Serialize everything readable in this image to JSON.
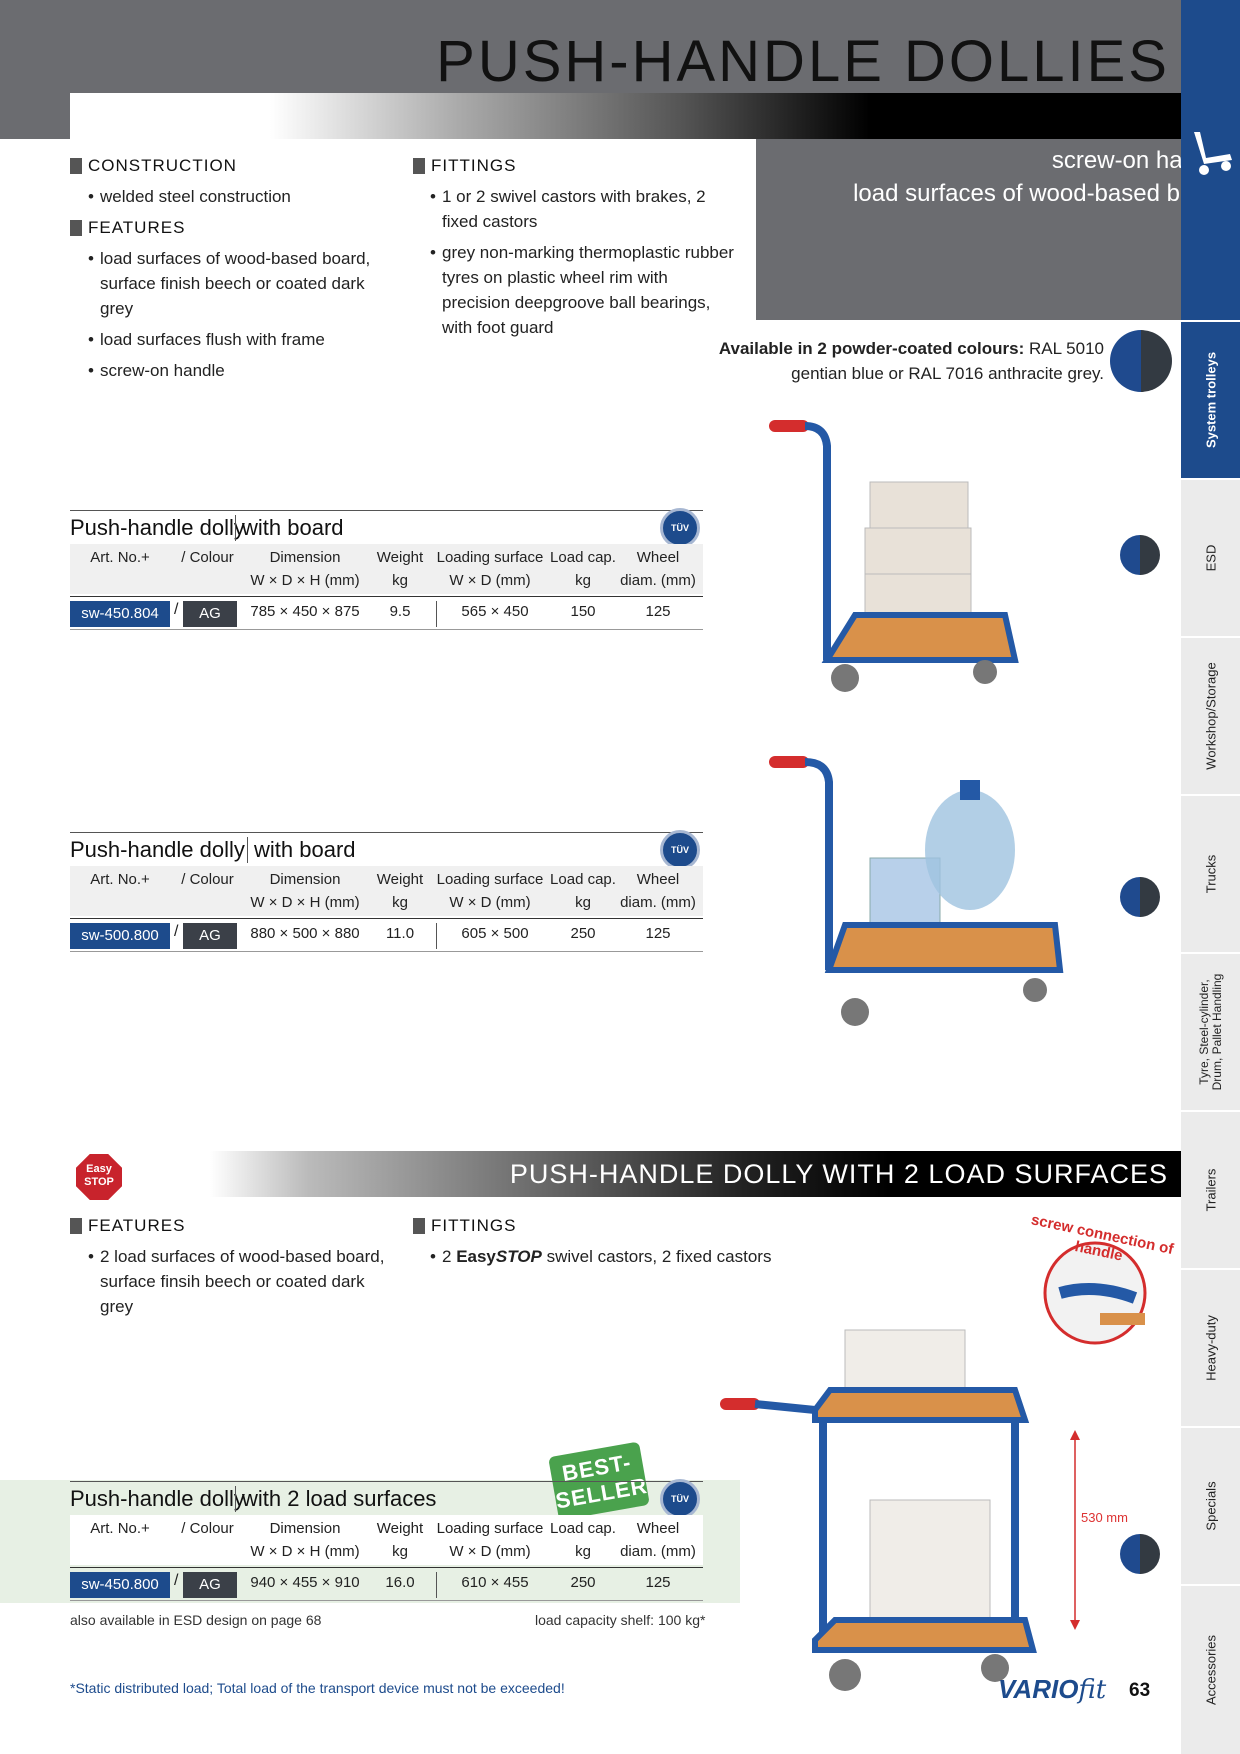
{
  "header": {
    "title": "PUSH-HANDLE DOLLIES",
    "right_lines": [
      "screw-on handle",
      "load surfaces of wood-based board"
    ]
  },
  "sidebar": {
    "tabs": [
      "System trolleys",
      "ESD",
      "Workshop/Storage",
      "Trucks",
      "Tyre, Steel-cylinder, Drum, Pallet Handling",
      "Trailers",
      "Heavy-duty",
      "Specials",
      "Accessories"
    ],
    "active": "System trolleys"
  },
  "section1": {
    "construction_head": "CONSTRUCTION",
    "construction": [
      "welded steel construction"
    ],
    "features_head": "FEATURES",
    "features": [
      "load surfaces of wood-based board, surface finish beech or coated dark grey",
      "load surfaces flush with frame",
      "screw-on handle"
    ],
    "fittings_head": "FITTINGS",
    "fittings": [
      "1 or 2 swivel castors with brakes, 2 fixed castors",
      "grey non-marking thermoplastic rubber tyres on plastic wheel rim with precision deepgroove ball bearings, with foot guard"
    ]
  },
  "colours_note": {
    "bold": "Available in 2 powder-coated colours:",
    "rest1": " RAL 5010",
    "rest2": "gentian blue or RAL 7016 anthracite grey."
  },
  "table_headers": {
    "artno": "Art. No.+",
    "colour": "/  Colour",
    "dimension": "Dimension",
    "dimension_sub": "W × D × H (mm)",
    "weight": "Weight",
    "weight_sub": "kg",
    "loading": "Loading surface",
    "loading_sub": "W × D (mm)",
    "loadcap": "Load cap.",
    "loadcap_sub": "kg",
    "wheel": "Wheel",
    "wheel_sub": "diam. (mm)"
  },
  "products": [
    {
      "title": "Push-handle dolly",
      "variant": "with board",
      "artno": "sw-450.804",
      "colour": "AG",
      "dimension": "785 × 450 × 875",
      "weight": "9.5",
      "loading": "565 × 450",
      "loadcap": "150",
      "wheel": "125"
    },
    {
      "title": "Push-handle dolly",
      "variant": "with board",
      "artno": "sw-500.800",
      "colour": "AG",
      "dimension": "880 × 500 × 880",
      "weight": "11.0",
      "loading": "605 × 500",
      "loadcap": "250",
      "wheel": "125"
    },
    {
      "title": "Push-handle dolly",
      "variant": "with 2 load surfaces",
      "artno": "sw-450.800",
      "colour": "AG",
      "dimension": "940 × 455 × 910",
      "weight": "16.0",
      "loading": "610 × 455",
      "loadcap": "250",
      "wheel": "125"
    }
  ],
  "tuv_label": "TÜV",
  "section2": {
    "title": "PUSH-HANDLE DOLLY WITH 2 LOAD SURFACES",
    "easystop_badge": "Easy STOP",
    "features_head": "FEATURES",
    "features": [
      "2 load surfaces of wood-based board, surface finsih beech or coated dark grey"
    ],
    "fittings_head": "FITTINGS",
    "fittings_pre": "2 ",
    "fittings_bold": "Easy",
    "fittings_bolditalic": "STOP",
    "fittings_post": " swivel castors, 2 fixed castors",
    "bestseller": "BEST- SELLER",
    "inset_label": "screw connection of handle",
    "measure": "530 mm"
  },
  "notes": {
    "left": "also available in ESD design on page 68",
    "right": "load capacity shelf: 100 kg*",
    "footnote": "*Static distributed load; Total load of the transport device must not be exceeded!"
  },
  "brand": {
    "vario": "VARIO",
    "fit": "fit"
  },
  "page_number": "63",
  "colors": {
    "blue": "#1d4b8c",
    "grey": "#6b6c70",
    "beech": "#d9914a"
  }
}
